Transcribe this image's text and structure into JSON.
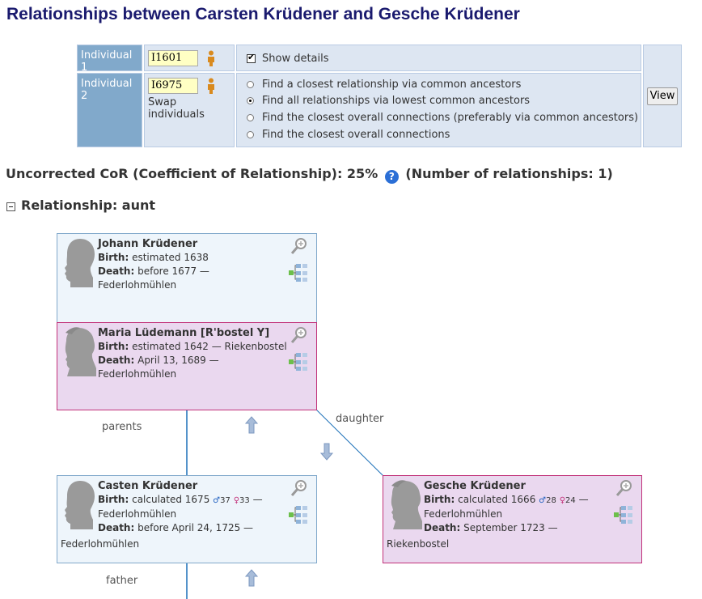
{
  "page": {
    "title": "Relationships between Carsten Krüdener and Gesche Krüdener"
  },
  "controls": {
    "individual1_label": "Individual 1",
    "individual1_id": "I1601",
    "individual2_label": "Individual 2",
    "individual2_id": "I6975",
    "swap_label": "Swap individuals",
    "show_details_label": "Show details",
    "options": [
      "Find a closest relationship via common ancestors",
      "Find all relationships via lowest common ancestors",
      "Find the closest overall connections (preferably via common ancestors)",
      "Find the closest overall connections"
    ],
    "selected_option": 1,
    "view_label": "View"
  },
  "summary": {
    "cor_text": "Uncorrected CoR (Coefficient of Relationship): 25%",
    "count_text": "(Number of relationships: 1)",
    "help_glyph": "?"
  },
  "relationship": {
    "heading": "Relationship: aunt"
  },
  "people": {
    "johann": {
      "name": "Johann Krüdener",
      "birth_label": "Birth:",
      "birth_value": "estimated 1638",
      "death_label": "Death:",
      "death_value": "before 1677 —",
      "death_place": "Federlohmühlen"
    },
    "maria": {
      "name": "Maria Lüdemann [R'bostel Y]",
      "birth_label": "Birth:",
      "birth_value": "estimated 1642",
      "birth_place": "— Riekenbostel",
      "death_label": "Death:",
      "death_value": "April 13, 1689 —",
      "death_place": "Federlohmühlen"
    },
    "casten": {
      "name": "Casten Krüdener",
      "birth_label": "Birth:",
      "birth_value": "calculated 1675",
      "father_age": "37",
      "mother_age": "33",
      "birth_place_dash": "—",
      "birth_place": "Federlohmühlen",
      "death_label": "Death:",
      "death_value": "before April 24, 1725 —",
      "death_place": "Federlohmühlen"
    },
    "gesche": {
      "name": "Gesche Krüdener",
      "birth_label": "Birth:",
      "birth_value": "calculated 1666",
      "father_age": "28",
      "mother_age": "24",
      "birth_place_dash": "—",
      "birth_place": "Federlohmühlen",
      "death_label": "Death:",
      "death_value": "September 1723 —",
      "death_place": "Riekenbostel"
    }
  },
  "links": {
    "parents": "parents",
    "daughter": "daughter",
    "father": "father"
  },
  "symbols": {
    "male": "♂",
    "female": "♀"
  },
  "colors": {
    "title": "#1a1a6e",
    "male_border": "#81a9cb",
    "female_border": "#c2327a",
    "female_bg": "#ead8ef",
    "male_bg": "#eef5fb"
  }
}
